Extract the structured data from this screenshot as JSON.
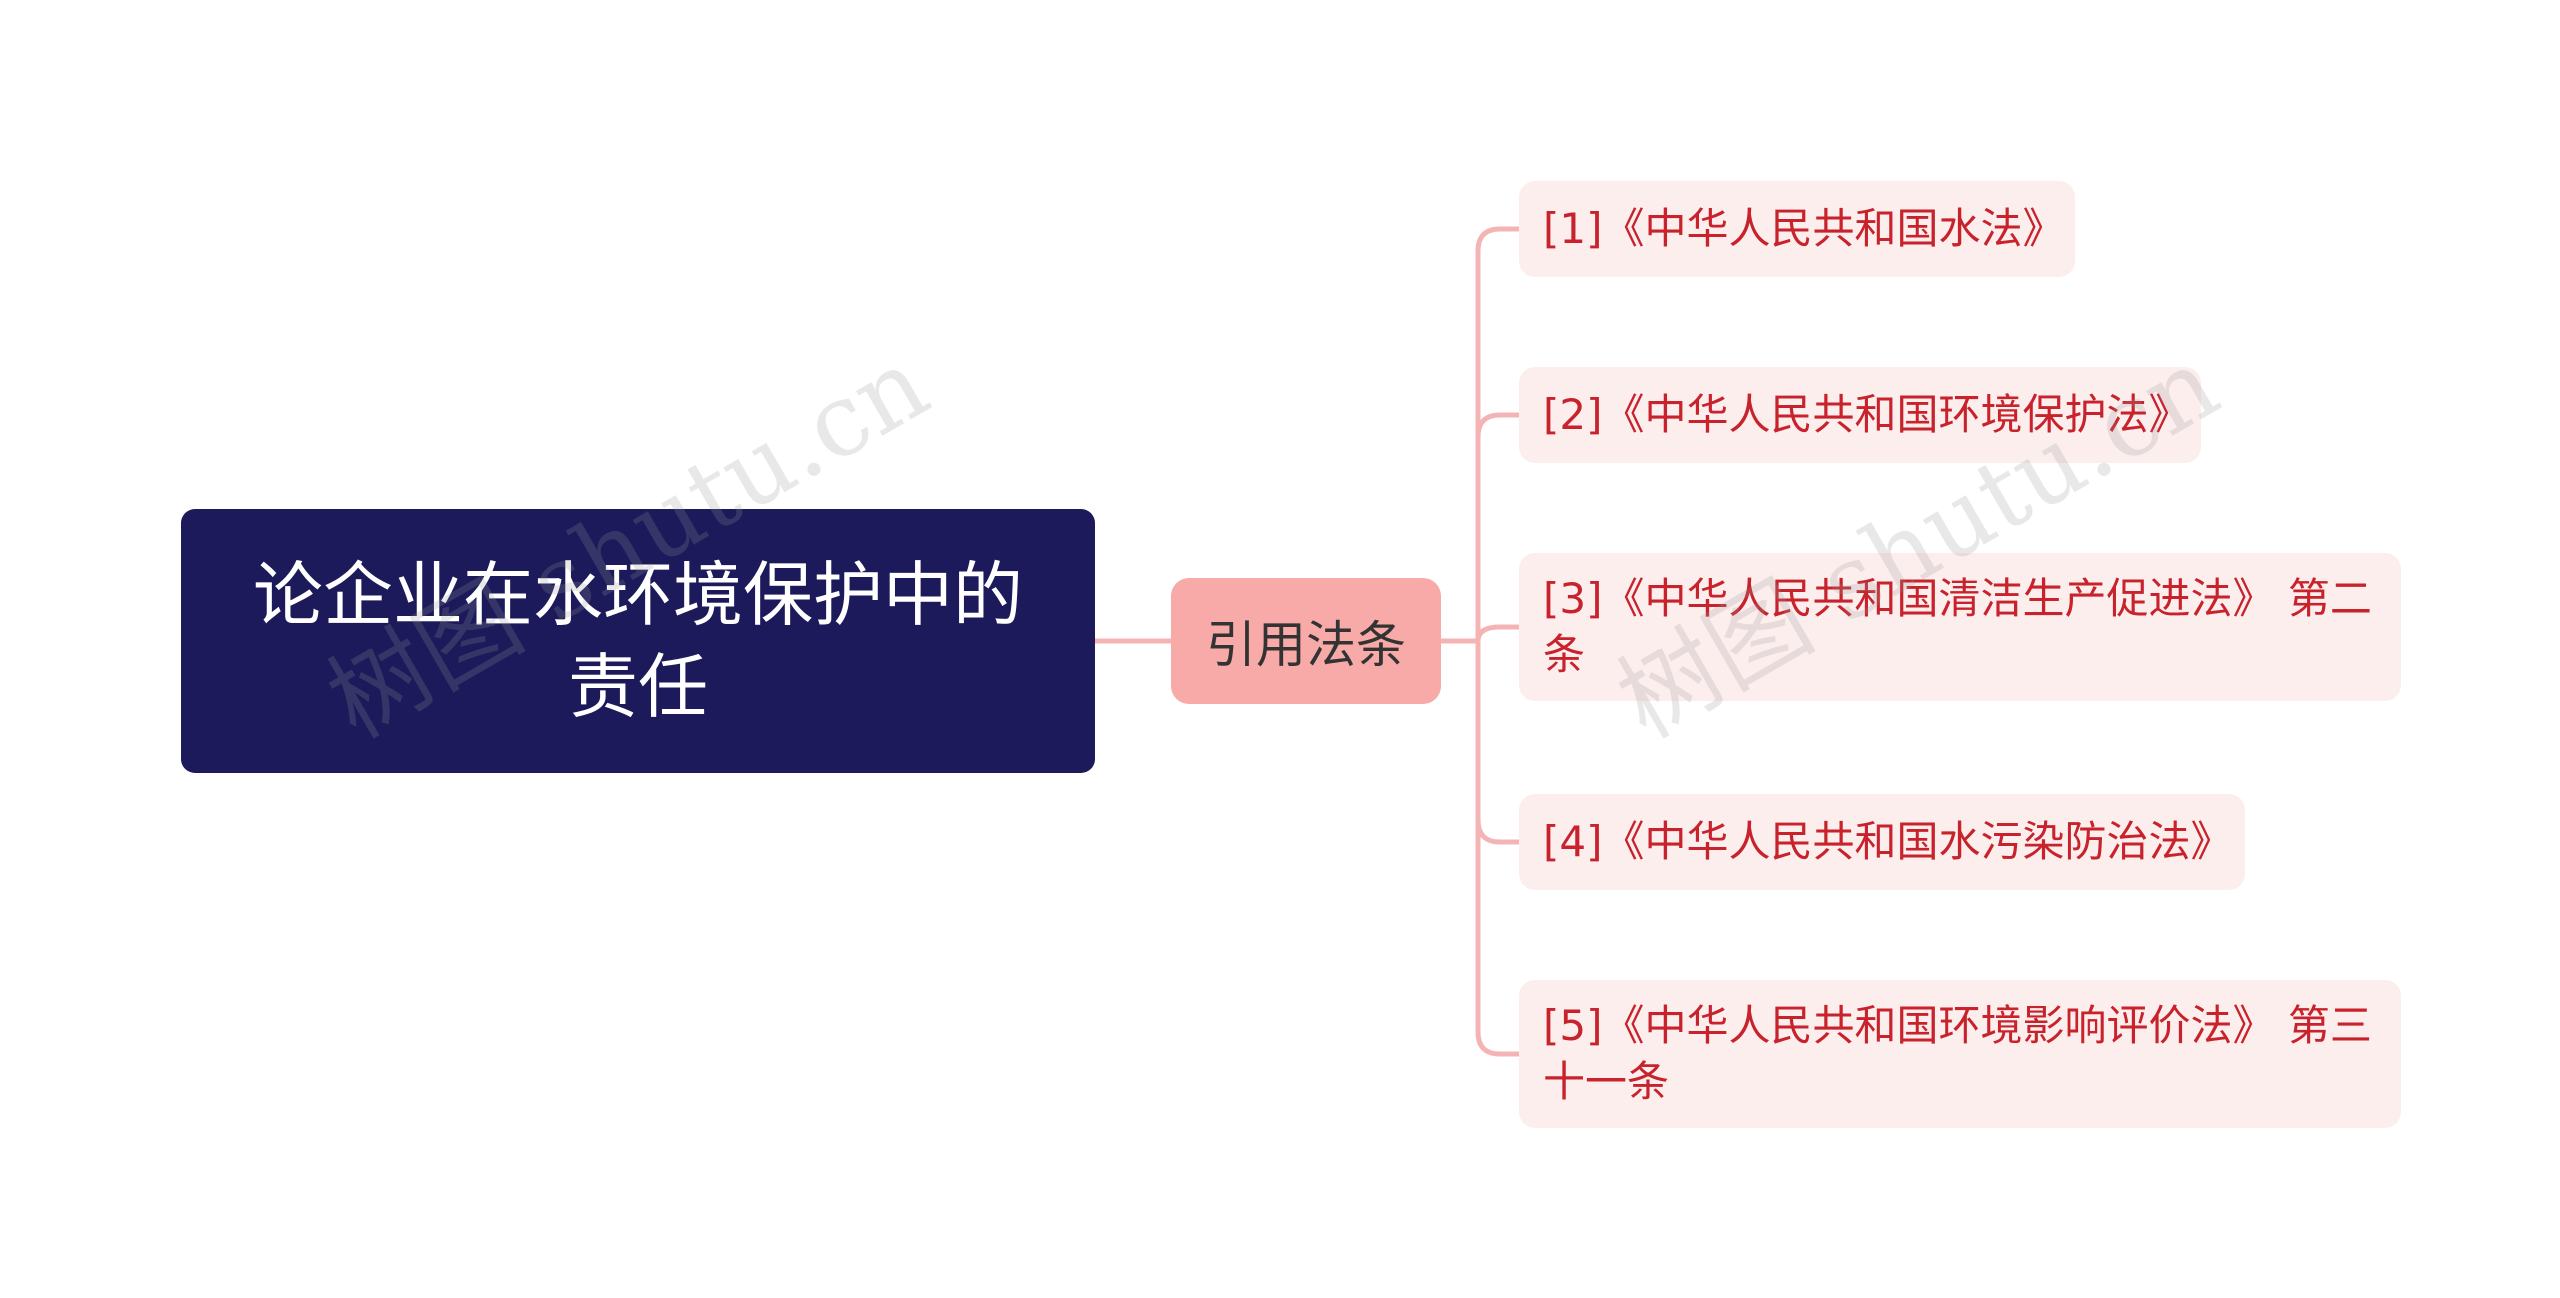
{
  "root": {
    "title": "论企业在水环境保护中的责任"
  },
  "branch": {
    "label": "引用法条"
  },
  "leaves": [
    {
      "label": "[1]《中华人民共和国水法》"
    },
    {
      "label": "[2]《中华人民共和国环境保护法》"
    },
    {
      "label": "[3]《中华人民共和国清洁生产促进法》 第二条"
    },
    {
      "label": "[4]《中华人民共和国水污染防治法》"
    },
    {
      "label": "[5]《中华人民共和国环境影响评价法》 第三十一条"
    }
  ],
  "watermark": {
    "text": "树图 shutu.cn"
  },
  "colors": {
    "root_bg": "#1c1a5a",
    "root_text": "#ffffff",
    "branch_bg": "#f8aaa8",
    "branch_text": "#333333",
    "leaf_bg": "#fdeeee",
    "leaf_text": "#c8232c",
    "connector": "#f4b4b4"
  }
}
